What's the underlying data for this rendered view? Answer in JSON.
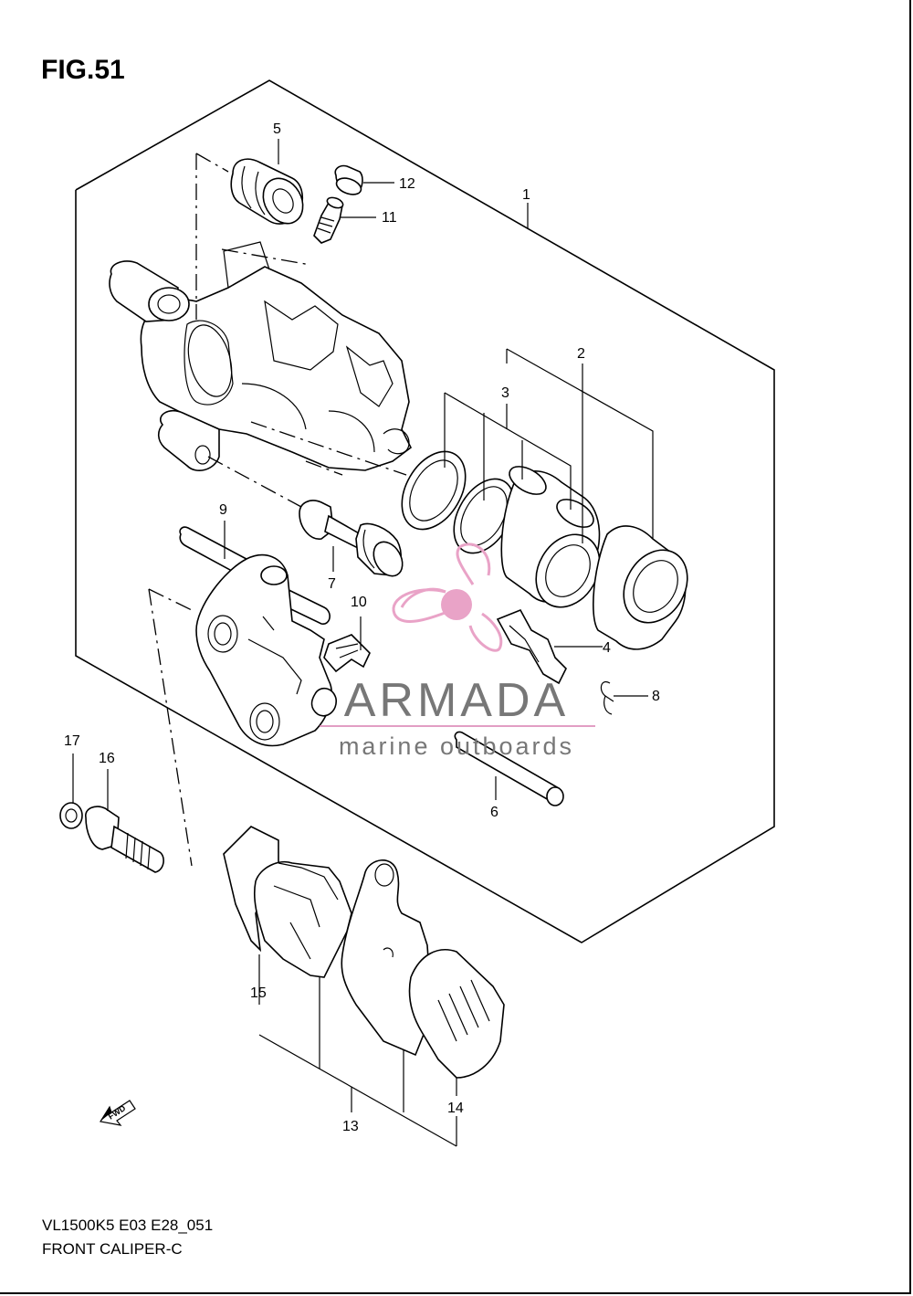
{
  "figure": {
    "title": "FIG.51",
    "code": "VL1500K5 E03 E28_051",
    "name": "FRONT CALIPER-C"
  },
  "callouts": [
    {
      "id": "c1",
      "label": "1"
    },
    {
      "id": "c2",
      "label": "2"
    },
    {
      "id": "c3",
      "label": "3"
    },
    {
      "id": "c4",
      "label": "4"
    },
    {
      "id": "c5",
      "label": "5"
    },
    {
      "id": "c6",
      "label": "6"
    },
    {
      "id": "c7",
      "label": "7"
    },
    {
      "id": "c8",
      "label": "8"
    },
    {
      "id": "c9",
      "label": "9"
    },
    {
      "id": "c10",
      "label": "10"
    },
    {
      "id": "c11",
      "label": "11"
    },
    {
      "id": "c12",
      "label": "12"
    },
    {
      "id": "c13",
      "label": "13"
    },
    {
      "id": "c14",
      "label": "14"
    },
    {
      "id": "c15",
      "label": "15"
    },
    {
      "id": "c16",
      "label": "16"
    },
    {
      "id": "c17",
      "label": "17"
    }
  ],
  "direction_badge": "FWD",
  "watermark": {
    "brand": "ARMADA",
    "tagline": "marine outboards",
    "color_brand": "#777777",
    "color_logo": "#e9a3c7",
    "color_logo_dark": "#d87fb0"
  }
}
